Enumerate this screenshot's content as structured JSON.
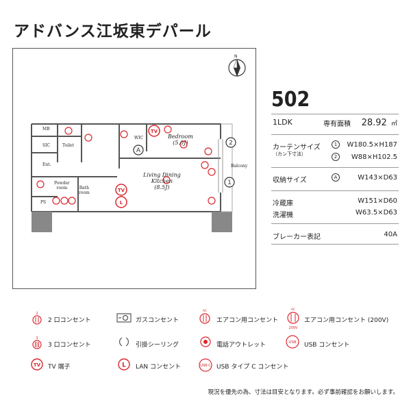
{
  "title": "アドバンス江坂東デパール",
  "room_number": "502",
  "layout_type": "1LDK",
  "area_label": "専有面積",
  "area_value": "28.92",
  "area_unit": "㎡",
  "curtain_label": "カーテンサイズ",
  "curtain_sub": "（カン下寸法）",
  "curtain_1_mark": "1",
  "curtain_1_value": "W180.5×H187",
  "curtain_2_mark": "2",
  "curtain_2_value": "W88×H102.5",
  "storage_label": "収納サイズ",
  "storage_mark": "A",
  "storage_value": "W143×D63",
  "fridge_label": "冷蔵庫",
  "fridge_value": "W151×D60",
  "washer_label": "洗濯機",
  "washer_value": "W63.5×D63",
  "breaker_label": "ブレーカー表記",
  "breaker_value": "40A",
  "plan": {
    "mb": "MB",
    "sic": "SIC",
    "toilet": "Toilet",
    "ent": "Ent.",
    "powder": "Powder",
    "powder2": "room",
    "bath": "Bath",
    "bath2": "room",
    "ps": "PS",
    "wic": "WIC",
    "bedroom": "Bedroom",
    "bedroom_size": "(5.0J)",
    "ldk1": "Living Dining",
    "ldk2": "Kitchen",
    "ldk_size": "(8.5J)",
    "balcony": "Balcony",
    "north": "N"
  },
  "legend": {
    "outlet2": "2 口コンセント",
    "outlet3": "3 口コンセント",
    "tv": "TV 端子",
    "gas": "ガスコンセント",
    "ceiling": "引掛シーリング",
    "lan": "LAN コンセント",
    "ac": "エアコン用コンセント",
    "phone": "電話アウトレット",
    "usbc": "USB タイプ C コンセント",
    "ac200": "エアコン用コンセント (200V)",
    "usb": "USB コンセント",
    "usb_icon": "USB",
    "usbc_icon": "USB-C",
    "ac_icon": "AC",
    "ac200_icon": "200V",
    "two": "2",
    "three": "3",
    "tv_icon": "TV",
    "l_icon": "L"
  },
  "note": "現況を優先の為、寸法は目安となります。必ず事前確認をお願いします。",
  "colors": {
    "accent": "#d9262c",
    "line": "#555555"
  }
}
